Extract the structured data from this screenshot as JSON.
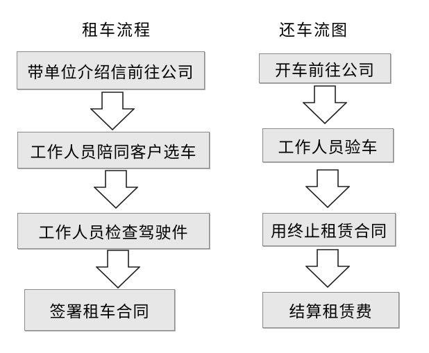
{
  "colors": {
    "background": "#ffffff",
    "box_fill": "#e7e7e7",
    "box_border": "#8a8a8a",
    "arrow_fill": "#ffffff",
    "arrow_stroke": "#1f1f1f",
    "text": "#000000"
  },
  "flows": [
    {
      "title": "租车流程",
      "steps": [
        "带单位介绍信前往公司",
        "工作人员陪同客户选车",
        "工作人员检查驾驶件",
        "签署租车合同"
      ]
    },
    {
      "title": "还车流图",
      "steps": [
        "开车前往公司",
        "工作人员验车",
        "用终止租赁合同",
        "结算租赁费"
      ]
    }
  ]
}
